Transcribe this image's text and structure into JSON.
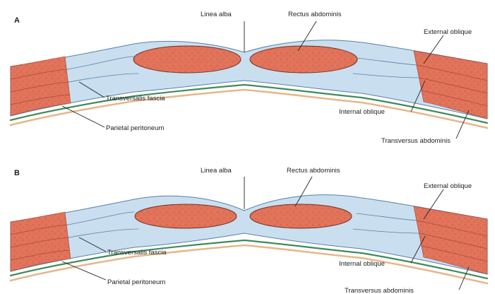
{
  "panels": [
    {
      "letter": "A",
      "labels": {
        "linea_alba": "Linea alba",
        "rectus_abdominis": "Rectus abdominis",
        "external_oblique": "External oblique",
        "transversalis_fascia": "Transversalis fascia",
        "parietal_peritoneum": "Parietal peritoneum",
        "internal_oblique": "Internal oblique",
        "transversus_abdominis": "Transversus abdominis"
      }
    },
    {
      "letter": "B",
      "labels": {
        "linea_alba": "Linea alba",
        "rectus_abdominis": "Rectus abdominis",
        "external_oblique": "External oblique",
        "transversalis_fascia": "Transversalis fascia",
        "parietal_peritoneum": "Parietal peritoneum",
        "internal_oblique": "Internal oblique",
        "transversus_abdominis": "Transversus abdominis"
      }
    }
  ],
  "colors": {
    "muscle": "#e0735a",
    "muscle_stripe": "#c4533f",
    "fascia": "#c9dff0",
    "fascia_outline": "#5b7fa3",
    "fascia_transversalis": "#3f8a5c",
    "peritoneum": "#e7b78a"
  }
}
